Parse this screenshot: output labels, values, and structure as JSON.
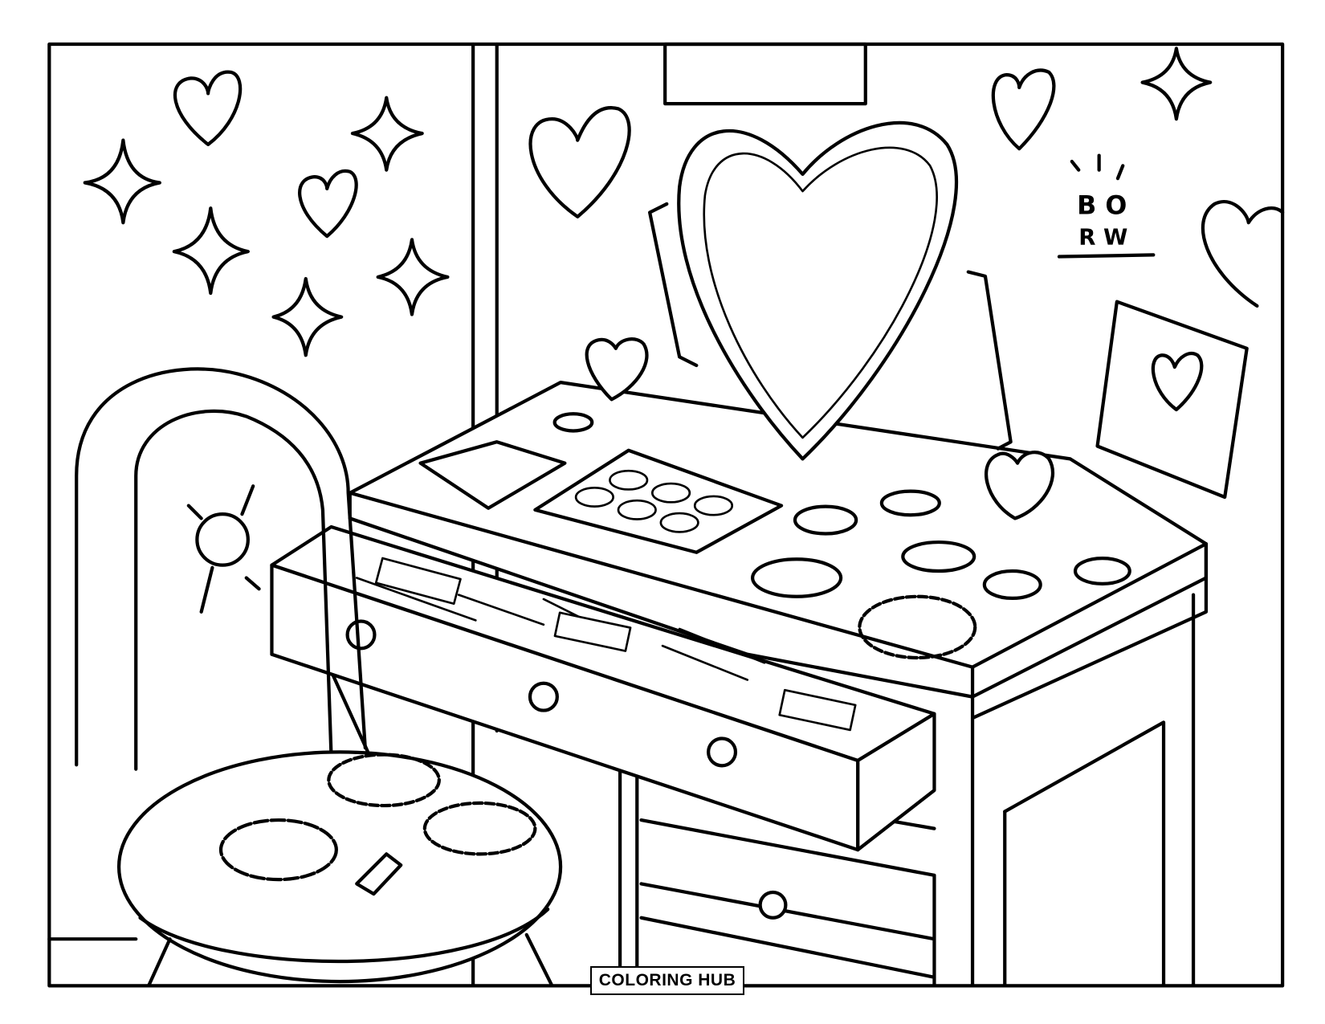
{
  "wall_sign": {
    "line1": "B O",
    "line2": "R W"
  },
  "logo": {
    "text": "COLORING HUB"
  },
  "colors": {
    "line": "#000000",
    "background": "#ffffff"
  }
}
